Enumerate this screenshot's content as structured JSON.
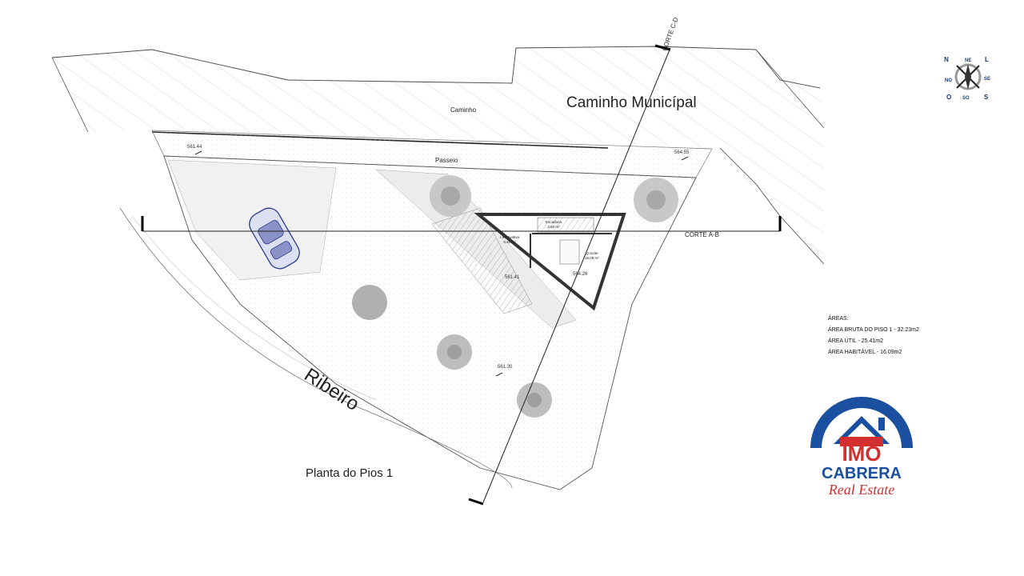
{
  "labels": {
    "road": "Caminho Municípal",
    "path": "Caminho",
    "sidewalk": "Passeio",
    "stream": "Ribeiro",
    "title": "Planta do Pios 1",
    "section_ab": "CORTE A-B",
    "section_cd": "CORTE C-D"
  },
  "levels": {
    "l1": "561.44",
    "l2": "564.55",
    "l3": "561.41",
    "l4": "564.26",
    "l5": "561.30"
  },
  "rooms": {
    "stair": "Escadaria",
    "stair_area": "3.60 m²",
    "bath": "I.S Privativa",
    "bath_area": "5.40 m²",
    "bedroom": "Q.Suíte",
    "bedroom_area": "16.09 m²"
  },
  "areas": {
    "heading": "ÁREAS:",
    "gross": "ÁREA BRUTA DO PISO 1 - 32.23m2",
    "useful": "ÁREA ÚTIL - 25.41m2",
    "habitable": "ÁREA HABITÁVEL - 16.09m2"
  },
  "compass": {
    "n": "N",
    "ne": "NE",
    "l": "L",
    "no": "NO",
    "se": "SE",
    "o": "O",
    "so": "SO",
    "s": "S"
  },
  "logo": {
    "brand": "IMO",
    "name": "CABRERA",
    "tagline": "Real Estate",
    "colors": {
      "blue": "#1b4fa0",
      "red": "#d32f2f"
    }
  }
}
